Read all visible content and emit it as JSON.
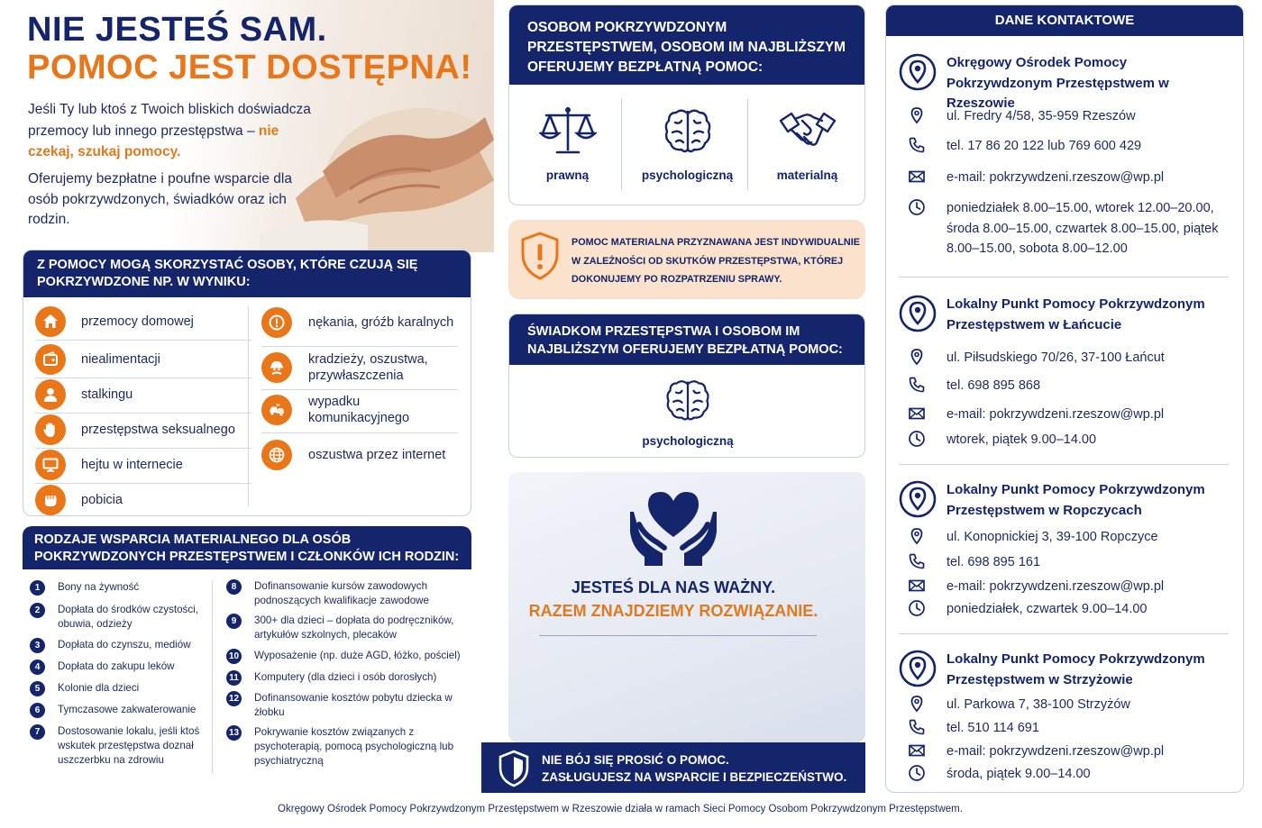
{
  "hero": {
    "title1": "NIE JESTEŚ SAM.",
    "title2": "POMOC JEST DOSTĘPNA!",
    "p1_before": "Jeśli Ty lub ktoś z Twoich bliskich doświadcza przemocy lub innego przestępstwa – ",
    "p1_emph": "nie czekaj, szukaj pomocy.",
    "p2": "Oferujemy bezpłatne i poufne wsparcie dla osób pokrzywdzonych, świadków oraz ich rodzin."
  },
  "who": {
    "heading": "Z POMOCY MOGĄ SKORZYSTAĆ OSOBY, KTÓRE CZUJĄ SIĘ POKRZYWDZONE NP. W WYNIKU:",
    "left": [
      {
        "label": "przemocy domowej",
        "icon": "house-icon"
      },
      {
        "label": "niealimentacji",
        "icon": "wallet-icon"
      },
      {
        "label": "stalkingu",
        "icon": "person-icon"
      },
      {
        "label": "przestępstwa seksualnego",
        "icon": "hand-stop-icon"
      },
      {
        "label": "hejtu w internecie",
        "icon": "monitor-icon"
      },
      {
        "label": "pobicia",
        "icon": "fist-icon"
      }
    ],
    "right": [
      {
        "label": "nękania, gróźb karalnych",
        "icon": "exclamation-icon"
      },
      {
        "label": "kradzieży, oszustwa, przywłaszczenia",
        "icon": "thief-icon"
      },
      {
        "label": "wypadku komunikacyjnego",
        "icon": "car-crash-icon"
      },
      {
        "label": "oszustwa przez internet",
        "icon": "globe-icon"
      }
    ]
  },
  "support": {
    "heading": "RODZAJE WSPARCIA MATERIALNEGO DLA OSÓB POKRZYWDZONYCH PRZESTĘPSTWEM I CZŁONKÓW ICH RODZIN:",
    "left": [
      {
        "num": "1",
        "text": "Bony na żywność"
      },
      {
        "num": "2",
        "text": "Dopłata do środków czystości, obuwia, odzieży"
      },
      {
        "num": "3",
        "text": "Dopłata do czynszu, mediów"
      },
      {
        "num": "4",
        "text": "Dopłata do zakupu leków"
      },
      {
        "num": "5",
        "text": "Kolonie dla dzieci"
      },
      {
        "num": "6",
        "text": "Tymczasowe zakwaterowanie"
      },
      {
        "num": "7",
        "text": "Dostosowanie lokalu, jeśli ktoś wskutek przestępstwa doznał uszczerbku na zdrowiu"
      }
    ],
    "right": [
      {
        "num": "8",
        "text": "Dofinansowanie kursów zawodowych podnoszących kwalifikacje zawodowe"
      },
      {
        "num": "9",
        "text": "300+ dla dzieci – dopłata do podręczników, artykułów szkolnych, plecaków"
      },
      {
        "num": "10",
        "text": "Wyposażenie (np. duże AGD, łóżko, pościel)"
      },
      {
        "num": "11",
        "text": "Komputery (dla dzieci i osób dorosłych)"
      },
      {
        "num": "12",
        "text": "Dofinansowanie kosztów pobytu dziecka w żłobku"
      },
      {
        "num": "13",
        "text": "Pokrywanie kosztów związanych z psychoterapią, pomocą psychologiczną lub psychiatryczną"
      }
    ]
  },
  "offer": {
    "heading": "OSOBOM POKRZYWDZONYM PRZESTĘPSTWEM, OSOBOM IM NAJBLIŻSZYM OFERUJEMY BEZPŁATNĄ POMOC:",
    "items": [
      {
        "label": "prawną",
        "icon": "scales-icon"
      },
      {
        "label": "psychologiczną",
        "icon": "brain-icon"
      },
      {
        "label": "materialną",
        "icon": "handshake-icon"
      }
    ]
  },
  "notice": {
    "text": "POMOC MATERIALNA PRZYZNAWANA JEST INDYWIDUALNIE W ZALEŻNOŚCI OD SKUTKÓW PRZESTĘPSTWA, KTÓREJ DOKONUJEMY PO ROZPATRZENIU SPRAWY.",
    "icon": "shield-exclamation-icon"
  },
  "witness": {
    "heading": "ŚWIADKOM PRZESTĘPSTWA I OSOBOM IM NAJBLIŻSZYM OFERUJEMY BEZPŁATNĄ POMOC:",
    "item": {
      "label": "psychologiczną",
      "icon": "brain-icon"
    }
  },
  "important": {
    "line1": "JESTEŚ DLA NAS WAŻNY.",
    "line2": "RAZEM ZNAJDZIEMY ROZWIĄZANIE.",
    "icon": "hands-heart-icon"
  },
  "banner": {
    "line1": "NIE BÓJ SIĘ PROSIĆ O POMOC.",
    "line2": "ZASŁUGUJESZ NA WSPARCIE I BEZPIECZEŃSTWO.",
    "icon": "shield-check-icon"
  },
  "contacts": {
    "heading": "DANE KONTAKTOWE",
    "offices": [
      {
        "name": "Okręgowy Ośrodek Pomocy Pokrzywdzonym Przestępstwem w Rzeszowie",
        "address": "ul. Fredry 4/58, 35-959 Rzeszów",
        "phone": "tel. 17 86 20 122 lub 769 600 429",
        "email": "e-mail: pokrzywdzeni.rzeszow@wp.pl",
        "hours": "poniedziałek 8.00–15.00, wtorek 12.00–20.00, środa 8.00–15.00, czwartek 8.00–15.00, piątek 8.00–15.00, sobota 8.00–12.00"
      },
      {
        "name": "Lokalny Punkt Pomocy Pokrzywdzonym Przestępstwem w Łańcucie",
        "address": "ul. Piłsudskiego 70/26, 37-100 Łańcut",
        "phone": "tel. 698 895 868",
        "email": "e-mail: pokrzywdzeni.rzeszow@wp.pl",
        "hours": "wtorek, piątek 9.00–14.00"
      },
      {
        "name": "Lokalny Punkt Pomocy Pokrzywdzonym Przestępstwem w Ropczycach",
        "address": "ul. Konopnickiej 3, 39-100 Ropczyce",
        "phone": "tel. 698 895 161",
        "email": "e-mail: pokrzywdzeni.rzeszow@wp.pl",
        "hours": "poniedziałek, czwartek 9.00–14.00"
      },
      {
        "name": "Lokalny Punkt Pomocy Pokrzywdzonym Przestępstwem w Strzyżowie",
        "address": "ul. Parkowa 7, 38-100 Strzyżów",
        "phone": "tel. 510 114 691",
        "email": "e-mail: pokrzywdzeni.rzeszow@wp.pl",
        "hours": "środa, piątek 9.00–14.00"
      }
    ]
  },
  "footer": "Okręgowy Ośrodek Pomocy Pokrzywdzonym Przestępstwem w Rzeszowie działa w ramach Sieci Pomocy Osobom Pokrzywdzonym Przestępstwem.",
  "colors": {
    "navy": "#14256b",
    "orange": "#e9771a",
    "peach": "#fbe2cc"
  }
}
